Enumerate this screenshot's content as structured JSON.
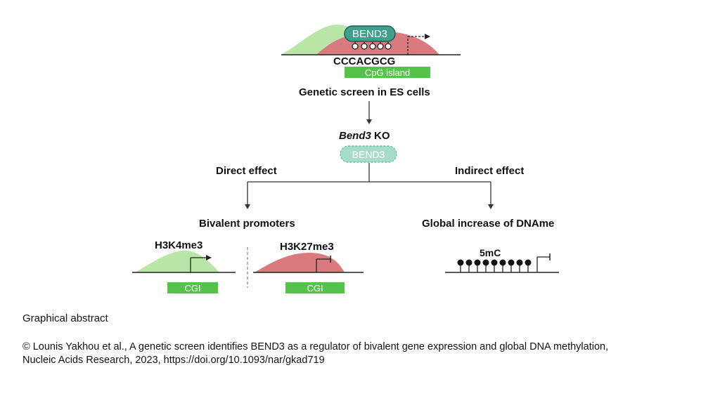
{
  "top": {
    "protein_label": "BEND3",
    "motif": "CCCACGCG",
    "cpg_label": "CpG island"
  },
  "screen_label": "Genetic screen in ES cells",
  "ko": {
    "gene": "Bend3",
    "suffix": " KO",
    "protein_label": "BEND3"
  },
  "direct": {
    "effect_label": "Direct effect",
    "result_label": "Bivalent promoters",
    "mark1": "H3K4me3",
    "mark2": "H3K27me3",
    "cgi1": "CGI",
    "cgi2": "CGI"
  },
  "indirect": {
    "effect_label": "Indirect effect",
    "result_label": "Global increase of DNAme",
    "mark": "5mC"
  },
  "caption": {
    "title": "Graphical abstract",
    "line1": "© Lounis Yakhou et al., A genetic screen identifies BEND3 as a regulator of bivalent gene expression and global DNA methylation,",
    "line2": "Nucleic Acids Research, 2023, https://doi.org/10.1093/nar/gkad719"
  },
  "colors": {
    "green_peak": "#b8e6a6",
    "red_peak": "#d97a7f",
    "bend3_fill": "#3f9f8a",
    "bend3_ko_fill": "#a7dccd",
    "cgi_fill": "#53c34a"
  }
}
